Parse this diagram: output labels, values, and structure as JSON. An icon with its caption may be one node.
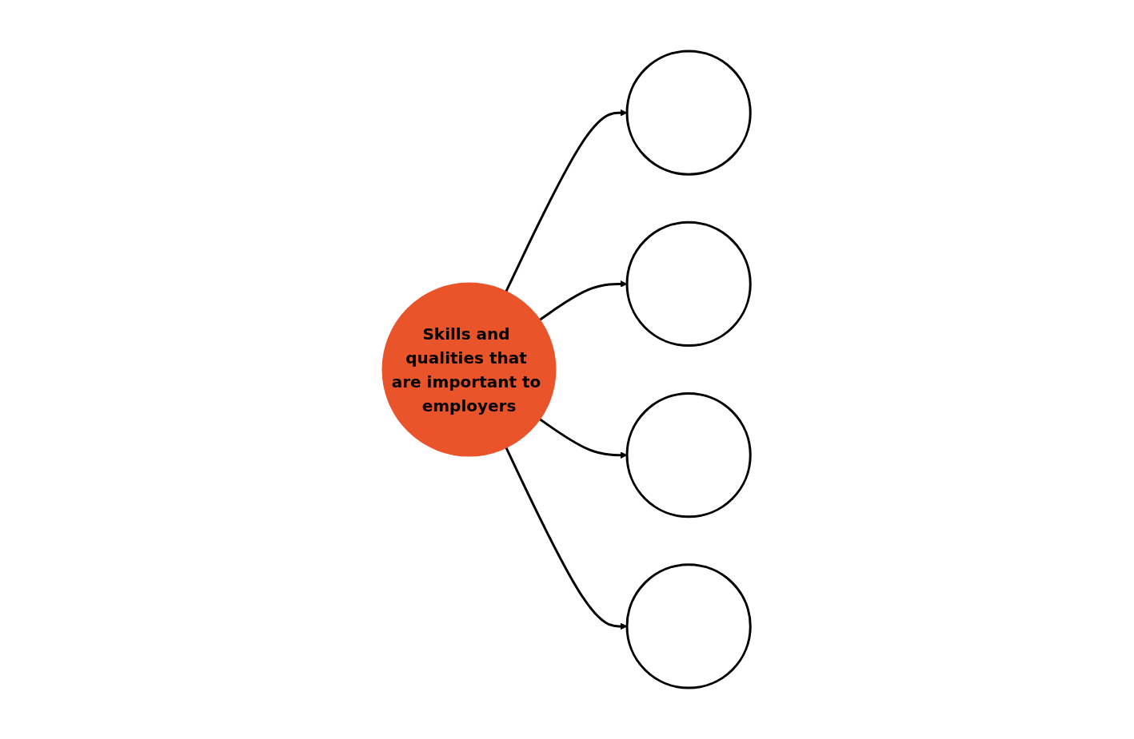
{
  "diagram": {
    "nodes": [
      {
        "text": [
          "Skills and qualities that are important to employers"
        ]
      },
      {
        "text": [],
        "shape": "circle"
      },
      {
        "text": [],
        "shape": "circle"
      },
      {
        "text": [],
        "shape": "circle"
      },
      {
        "text": [],
        "shape": "circle"
      }
    ],
    "edges": [
      {
        "from": 0,
        "to": 1,
        "arrow": "to"
      },
      {
        "from": 0,
        "to": 2,
        "arrow": "to"
      },
      {
        "from": 0,
        "to": 3,
        "arrow": "to"
      },
      {
        "from": 0,
        "to": 4,
        "arrow": "to"
      }
    ]
  }
}
